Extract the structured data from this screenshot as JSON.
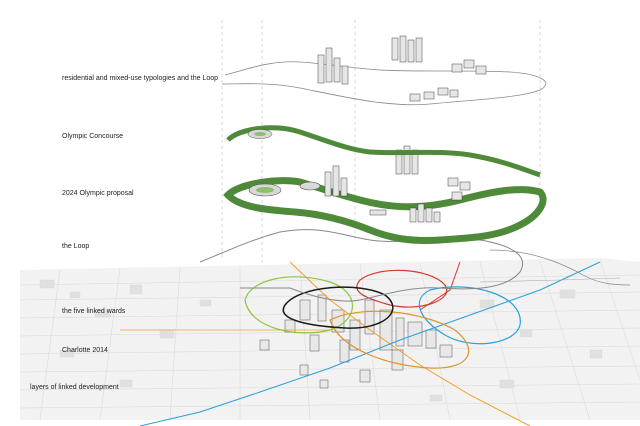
{
  "labels": {
    "residential": "residential and mixed-use typologies and the Loop",
    "concourse": "Olympic Concourse",
    "proposal": "2024 Olympic proposal",
    "loop": "the Loop",
    "wards": "the five linked wards",
    "charlotte": "Charlotte 2014",
    "layers": "layers of linked development"
  },
  "colors": {
    "green": "#4e8a3a",
    "green_light": "#8cbf6e",
    "ward_red": "#d33a2c",
    "ward_green": "#8dc63f",
    "ward_blue": "#29a3d9",
    "ward_orange": "#e0952b",
    "ward_black": "#1a1a1a",
    "transit_orange": "#f0a02a",
    "transit_blue": "#2aa0d8",
    "loop_gray": "#888888",
    "map_gray": "#c9c9c9"
  }
}
